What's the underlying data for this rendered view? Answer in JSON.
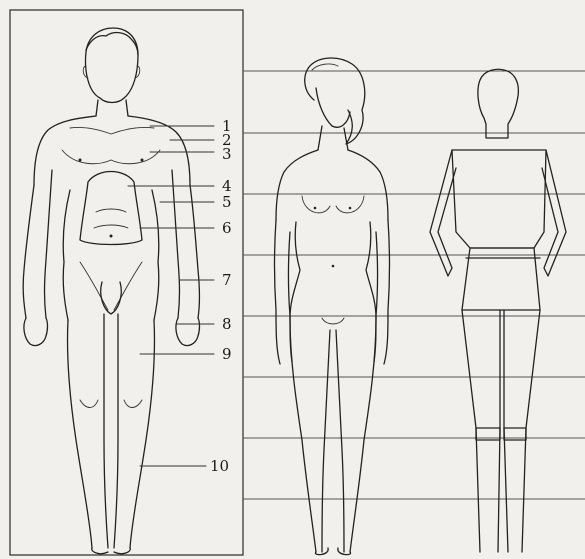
{
  "figure": {
    "label_numbers": [
      "1",
      "2",
      "3",
      "4",
      "5",
      "6",
      "7",
      "8",
      "9",
      "10"
    ],
    "colors": {
      "paper": "#f1f0ec",
      "ink": "#222222",
      "guide_line": "#555555"
    }
  }
}
